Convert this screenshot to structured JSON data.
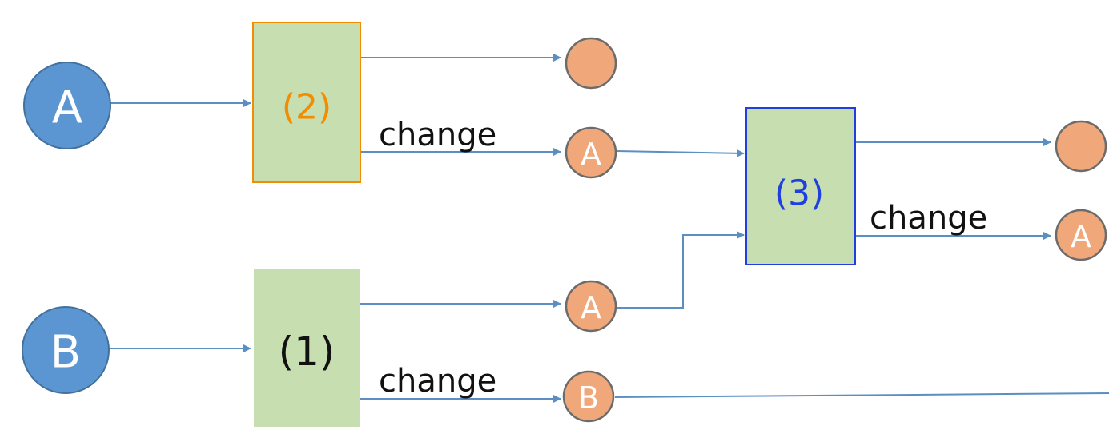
{
  "nodes": {
    "input_a": {
      "label": "A"
    },
    "input_b": {
      "label": "B"
    },
    "out_2_top": {
      "label": ""
    },
    "out_2_change": {
      "label": "A"
    },
    "out_1_top": {
      "label": "A"
    },
    "out_1_change": {
      "label": "B"
    },
    "out_3_top": {
      "label": ""
    },
    "out_3_change": {
      "label": "A"
    }
  },
  "boxes": {
    "box_1": {
      "label": "(1)",
      "text_color": "#111111"
    },
    "box_2": {
      "label": "(2)",
      "text_color": "#f28c00",
      "border_color": "#f28c00"
    },
    "box_3": {
      "label": "(3)",
      "text_color": "#1f3fe0",
      "border_color": "#1f3fe0"
    }
  },
  "edge_labels": {
    "box_2_change": "change",
    "box_1_change": "change",
    "box_3_change": "change"
  },
  "colors": {
    "input_node_fill": "#5b96d3",
    "output_node_fill": "#f0a87a",
    "box_fill": "#c6deb0",
    "edge": "#5b8fc2"
  }
}
